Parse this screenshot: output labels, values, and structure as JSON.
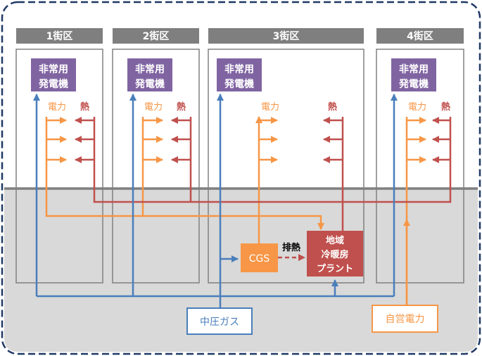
{
  "districts": [
    {
      "header": "1街区",
      "generator_line1": "非常用",
      "generator_line2": "発電機",
      "power_label": "電力",
      "heat_label": "熱"
    },
    {
      "header": "2街区",
      "generator_line1": "非常用",
      "generator_line2": "発電機",
      "power_label": "電力",
      "heat_label": "熱"
    },
    {
      "header": "3街区",
      "generator_line1": "非常用",
      "generator_line2": "発電機",
      "power_label": "電力",
      "heat_label": "熱"
    },
    {
      "header": "4街区",
      "generator_line1": "非常用",
      "generator_line2": "発電機",
      "power_label": "電力",
      "heat_label": "熱"
    }
  ],
  "cgs": {
    "label": "CGS"
  },
  "exhaust_heat": {
    "label": "排熱"
  },
  "plant": {
    "line1": "地域",
    "line2": "冷暖房",
    "line3": "プラント"
  },
  "gas_supply": {
    "label": "中圧ガス"
  },
  "own_power": {
    "label": "自営電力"
  },
  "colors": {
    "gas": "#4a7ebb",
    "power": "#f79646",
    "heat": "#c0504d",
    "generator": "#8064a2",
    "header": "#7f7f7f",
    "ground": "#d9d9d9",
    "border": "#1f3864"
  }
}
